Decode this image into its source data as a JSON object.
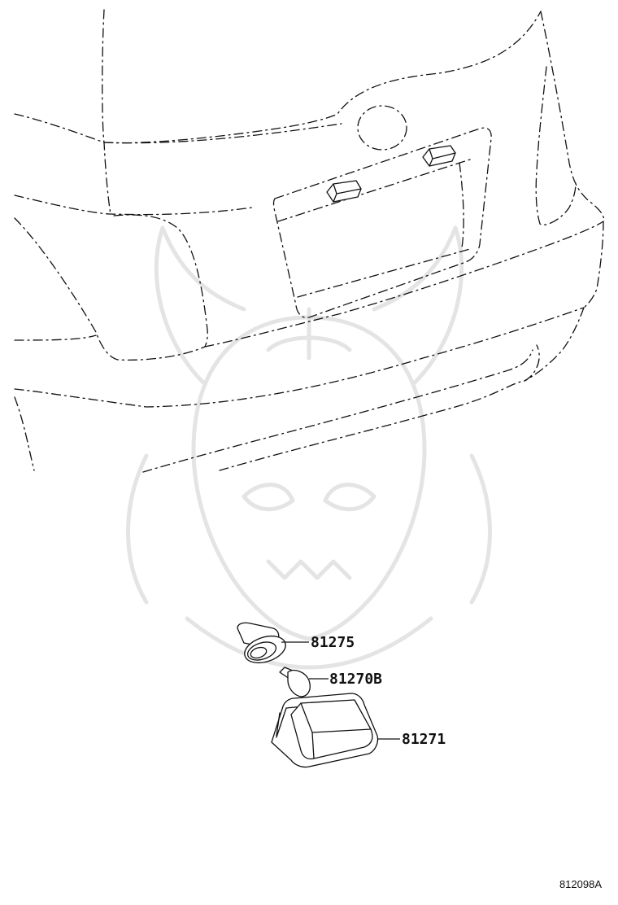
{
  "diagram": {
    "parts": [
      {
        "id": "81275",
        "label": "81275",
        "icon": "bulb-socket-icon"
      },
      {
        "id": "81270B",
        "label": "81270B",
        "icon": "wedge-bulb-icon"
      },
      {
        "id": "81271",
        "label": "81271",
        "icon": "license-lamp-lens-icon"
      }
    ],
    "figure_code": "812098A",
    "watermark_icon": "samurai-mask-watermark-icon",
    "colors": {
      "line": "#111111",
      "watermark": "#e4e4e4",
      "background": "#ffffff"
    }
  }
}
